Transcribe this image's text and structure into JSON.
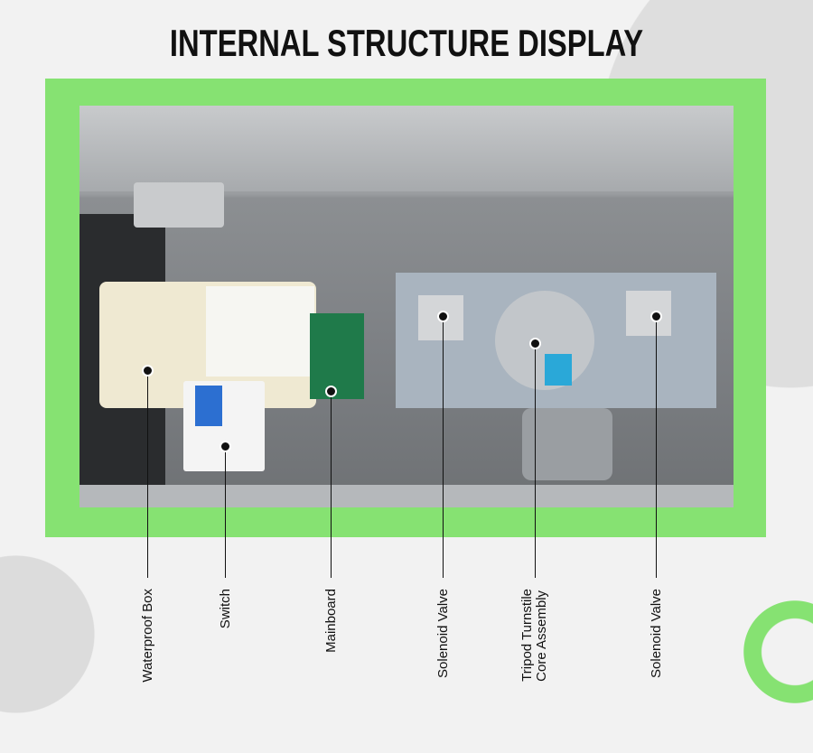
{
  "title": "INTERNAL STRUCTURE DISPLAY",
  "callouts": [
    {
      "label": "Waterproof Box"
    },
    {
      "label": "Switch"
    },
    {
      "label": "Mainboard"
    },
    {
      "label": "Solenoid Valve"
    },
    {
      "label_line1": "Tripod Turnstile",
      "label_line2": "Core Assembly"
    },
    {
      "label": "Solenoid Valve"
    }
  ],
  "colors": {
    "accent": "#86e272",
    "background": "#f2f2f2"
  }
}
